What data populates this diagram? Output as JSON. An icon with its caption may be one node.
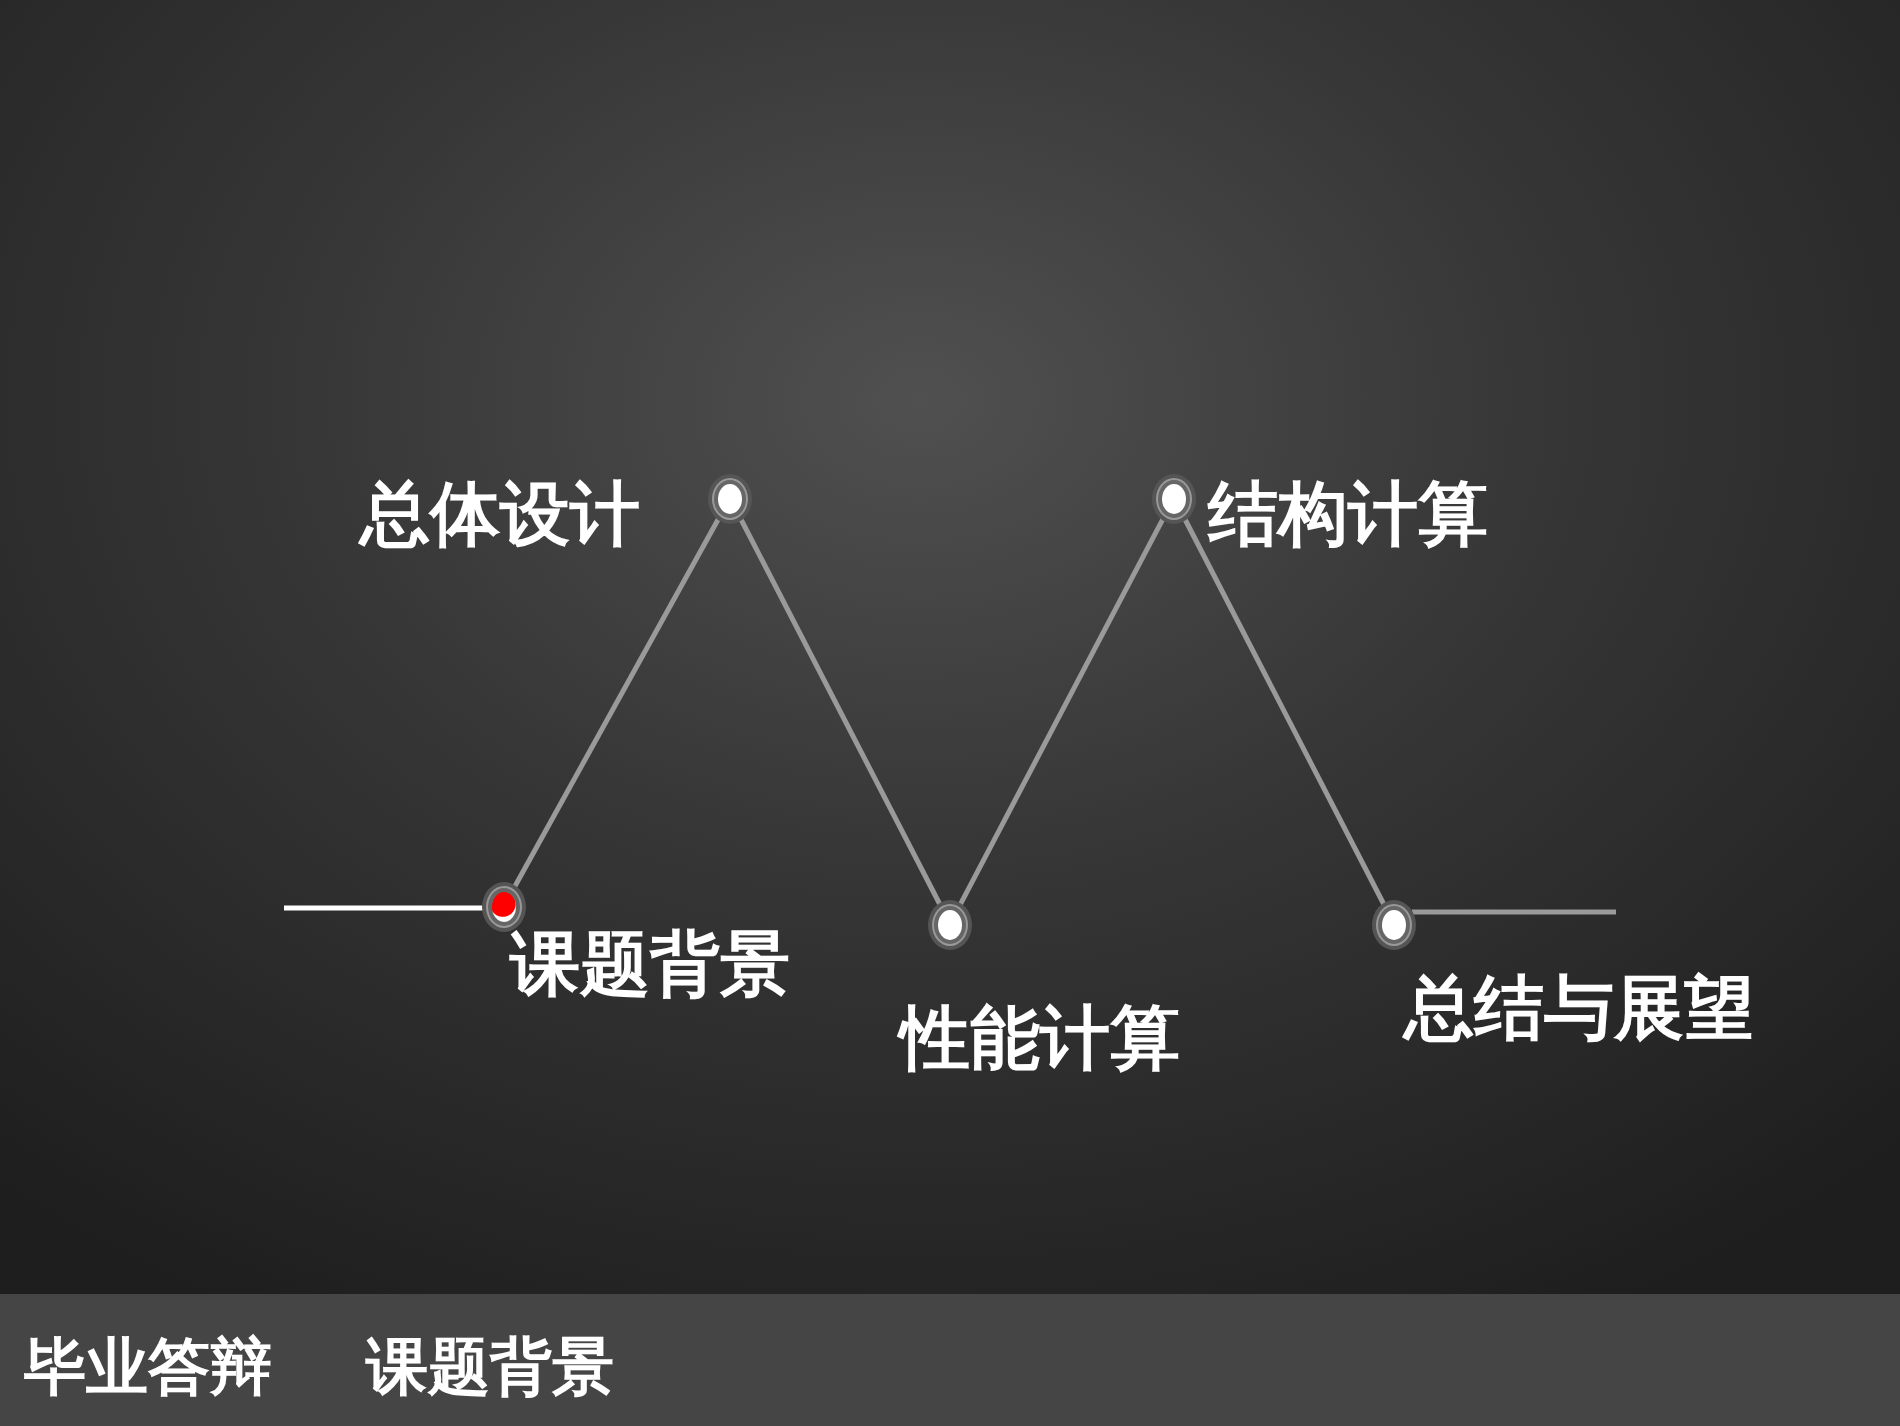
{
  "diagram": {
    "title": "毕业答辩",
    "nodes": [
      {
        "text": [],
        "shape": "circle",
        "beside": [
          "课题背景"
        ]
      },
      {
        "text": [],
        "shape": "circle",
        "beside": [
          "总体设计"
        ]
      },
      {
        "text": [],
        "shape": "circle",
        "beside": [
          "性能计算"
        ]
      },
      {
        "text": [],
        "shape": "circle",
        "beside": [
          "结构计算"
        ]
      },
      {
        "text": [],
        "shape": "circle",
        "beside": [
          "总结与展望"
        ]
      }
    ],
    "edges": [
      {
        "from": null,
        "to": 0,
        "arrow": "none",
        "color": "#ffffff"
      },
      {
        "from": 0,
        "to": 1,
        "arrow": "none"
      },
      {
        "from": 1,
        "to": 2,
        "arrow": "none"
      },
      {
        "from": 2,
        "to": 3,
        "arrow": "none"
      },
      {
        "from": 3,
        "to": 4,
        "arrow": "none"
      },
      {
        "from": 4,
        "to": null,
        "arrow": "none"
      }
    ],
    "labels": [
      "课题背景"
    ]
  }
}
